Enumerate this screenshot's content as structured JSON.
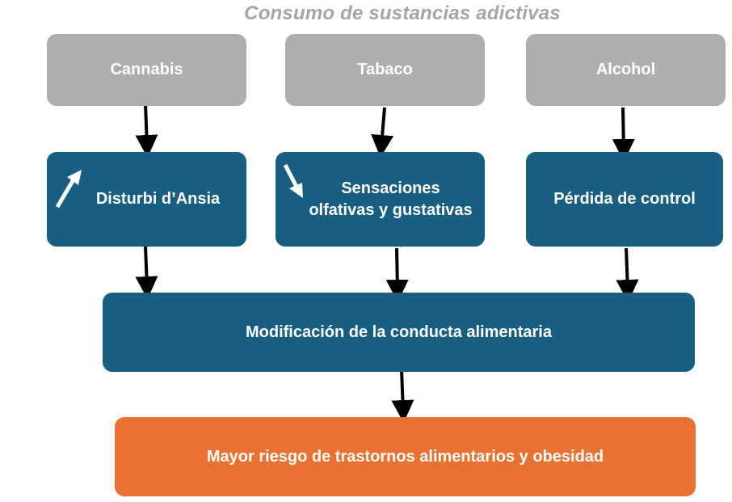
{
  "title": "Consumo de sustancias adictivas",
  "substances": [
    {
      "label": "Cannabis"
    },
    {
      "label": "Tabaco"
    },
    {
      "label": "Alcohol"
    }
  ],
  "effects": [
    {
      "label": "Disturbi d’Ansia",
      "trend_icon": "arrow-up-icon"
    },
    {
      "label_line1": "Sensaciones",
      "label_line2": "olfativas y gustativas",
      "trend_icon": "arrow-down-icon"
    },
    {
      "label": "Pérdida de control"
    }
  ],
  "behavior": {
    "label": "Modificación de la conducta alimentaria"
  },
  "outcome": {
    "label": "Mayor riesgo de trastornos alimentarios y obesidad"
  },
  "colors": {
    "substance": "#aeaeae",
    "effect": "#175e80",
    "outcome": "#e97233",
    "title": "#a5a5a5",
    "arrow": "#000000"
  }
}
